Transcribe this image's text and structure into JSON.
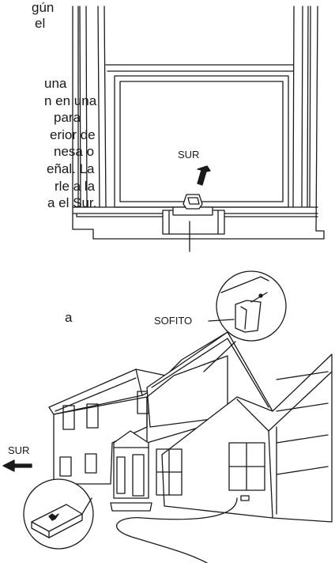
{
  "text_fragments": {
    "top_lines": [
      "gún",
      "el"
    ],
    "middle_lines": [
      " una",
      "n en una",
      "para",
      "erior de",
      "nesa o",
      "eñal. La",
      "rle a la",
      "a el Sur."
    ],
    "lower_lines": [
      "a"
    ]
  },
  "labels": {
    "window_direction": "SUR",
    "soffit": "SOFITO",
    "house_direction": "SUR"
  }
}
